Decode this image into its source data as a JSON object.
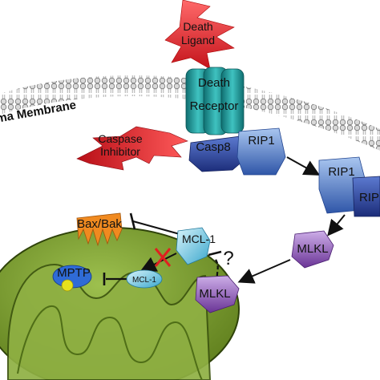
{
  "labels": {
    "death_ligand_1": "Death",
    "death_ligand_2": "Ligand",
    "death_receptor_1": "Death",
    "death_receptor_2": "Receptor",
    "plasma_membrane": "sma Membrane",
    "caspase_inhibitor_1": "Caspase",
    "caspase_inhibitor_2": "Inhibitor",
    "casp8": "Casp8",
    "rip1_complex": "RIP1",
    "rip1_upper": "RIP1",
    "rip1_lower": "RIP",
    "mlkl_right": "MLKL",
    "mlkl_mito": "MLKL",
    "bax_bak": "Bax/Bak",
    "mcl1_outer": "MCL-1",
    "mcl1_inner": "MCL-1",
    "mptp": "MPTP",
    "question": "?"
  },
  "colors": {
    "ligand": "#e5282e",
    "receptor": "#1f9a9b",
    "casp8": "#2a3f99",
    "rip1": "#4a74c8",
    "mlkl": "#7e49a6",
    "mito_fill": "#6b8d22",
    "mito_inner": "#8fb043",
    "bax_bak": "#f08a20",
    "mcl1": "#4db7d7",
    "block_x": "#e02020"
  }
}
